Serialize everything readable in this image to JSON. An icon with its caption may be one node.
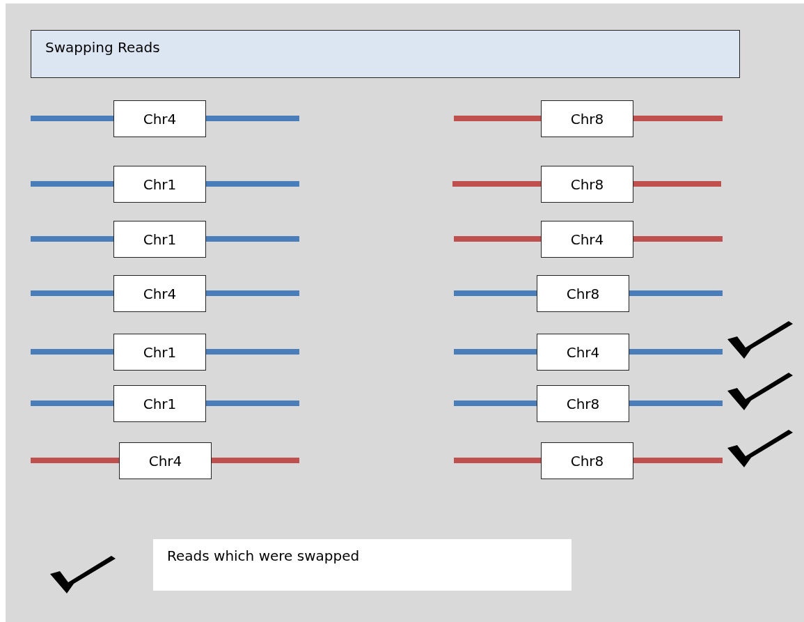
{
  "diagram": {
    "title": "Swapping Reads",
    "nodes": [
      {
        "text": [
          "Chr4"
        ]
      },
      {
        "text": [
          "Chr8"
        ]
      },
      {
        "text": [
          "Chr1"
        ]
      },
      {
        "text": [
          "Chr8"
        ]
      },
      {
        "text": [
          "Chr1"
        ]
      },
      {
        "text": [
          "Chr4"
        ]
      },
      {
        "text": [
          "Chr4"
        ]
      },
      {
        "text": [
          "Chr8"
        ]
      },
      {
        "text": [
          "Chr1"
        ]
      },
      {
        "text": [
          "Chr4"
        ]
      },
      {
        "text": [
          "Chr1"
        ]
      },
      {
        "text": [
          "Chr8"
        ]
      },
      {
        "text": [
          "Chr4"
        ]
      },
      {
        "text": [
          "Chr8"
        ]
      }
    ],
    "legend": [
      {
        "text": "Reads which were swapped"
      }
    ]
  }
}
